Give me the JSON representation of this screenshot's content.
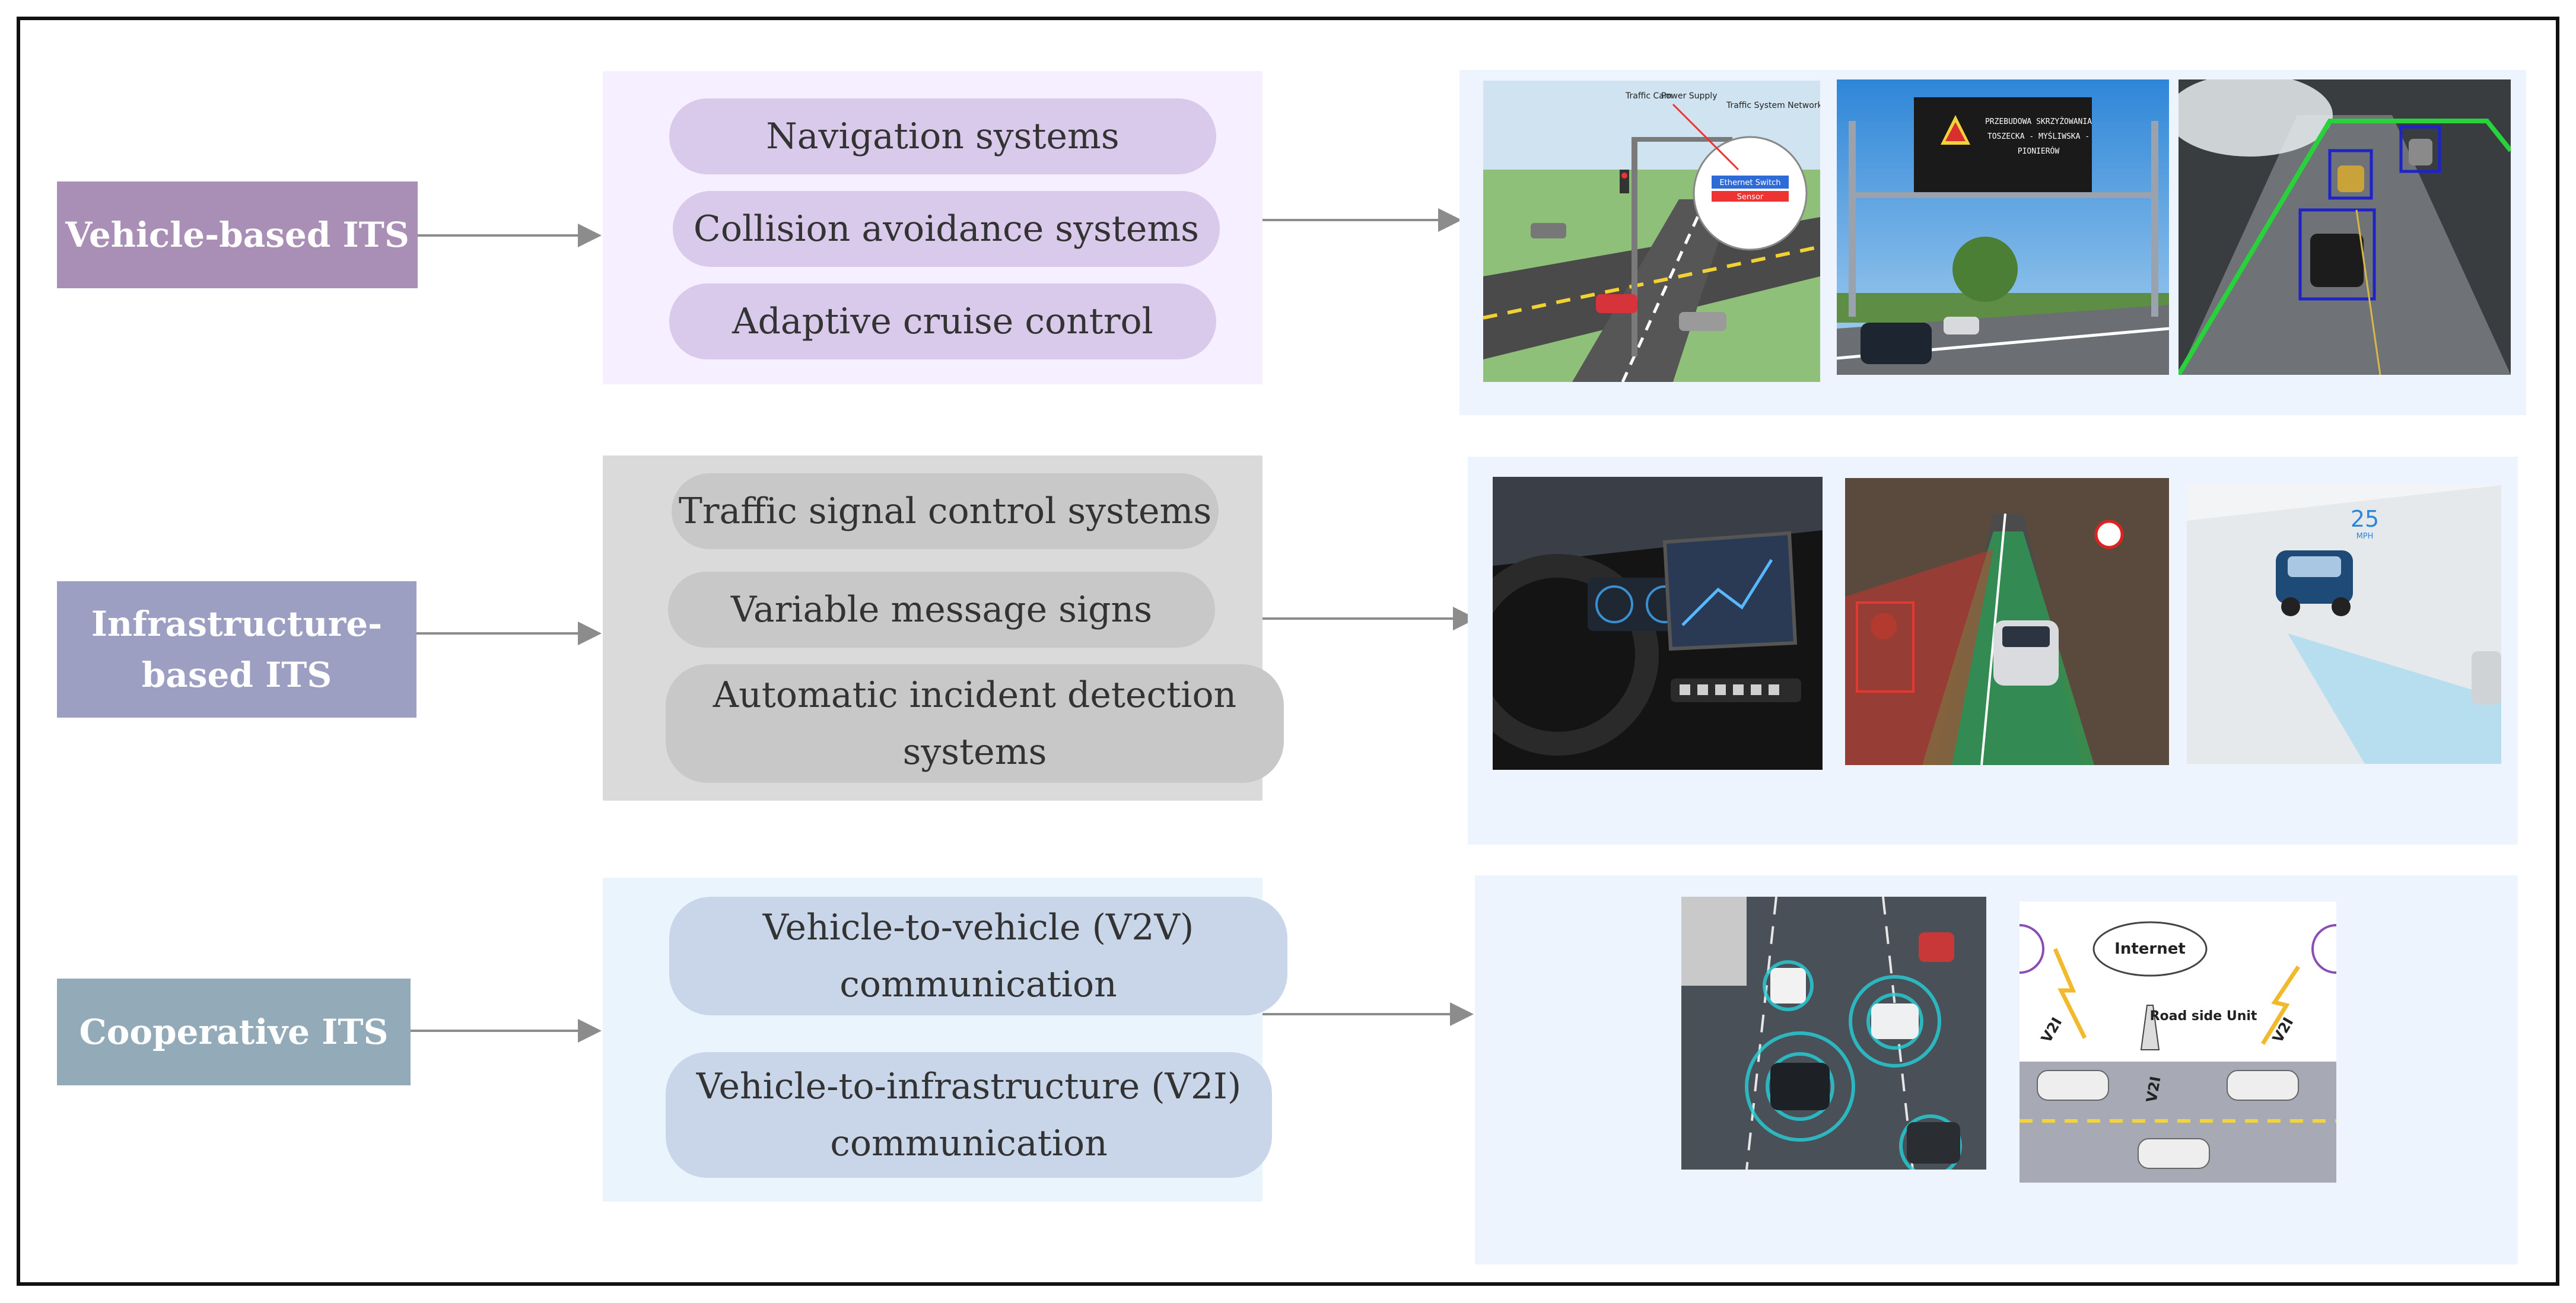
{
  "colors": {
    "vehicle_category": "#a98fb5",
    "infrastructure_category": "#9c9ec2",
    "cooperative_category": "#93aab9",
    "vehicle_group_bg": "#f6efff",
    "vehicle_pill": "#d9c9ea",
    "infrastructure_group_bg": "#dadada",
    "infrastructure_pill": "#c8c8c8",
    "cooperative_group_bg": "#eaf4fd",
    "cooperative_pill": "#c9d6ea",
    "image_panel_bg": "#eef4fd",
    "arrow": "#8c8c8c"
  },
  "rows": [
    {
      "category": "Vehicle-based ITS",
      "items": [
        "Navigation systems",
        "Collision avoidance systems",
        "Adaptive cruise control"
      ]
    },
    {
      "category": "Infrastructure-based ITS",
      "items": [
        "Traffic signal control systems",
        "Variable message signs",
        "Automatic incident detection systems"
      ]
    },
    {
      "category": "Cooperative ITS",
      "items": [
        "Vehicle-to-vehicle (V2V) communication",
        "Vehicle-to-infrastructure (V2I) communication"
      ]
    }
  ],
  "images": {
    "traffic_system": {
      "labels": [
        "Traffic Cam",
        "Power Supply",
        "Traffic System Network",
        "Ethernet Switch",
        "Sensor"
      ]
    },
    "message_sign": {
      "lines": [
        "PRZEBUDOWA SKRZYŻOWANIA",
        "TOSZECKA - MYŚLIWSKA -",
        "PIONIERÓW"
      ]
    },
    "adaptive_cruise": {
      "speed": "25",
      "unit": "MPH"
    },
    "v2i": {
      "cloud": "Internet",
      "rsu": "Road side Unit",
      "link_label": "V2I"
    }
  }
}
